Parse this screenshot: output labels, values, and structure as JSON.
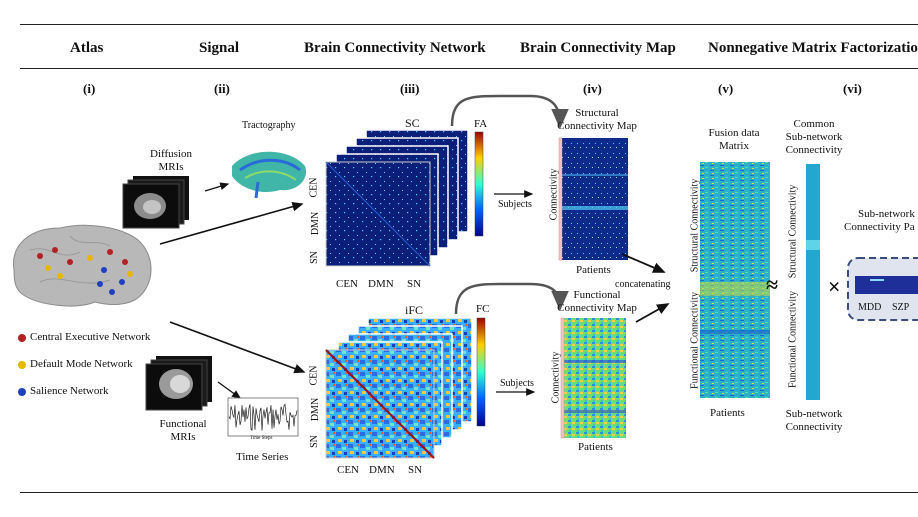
{
  "headers": {
    "atlas": "Atlas",
    "signal": "Signal",
    "bcn": "Brain Connectivity Network",
    "bcm": "Brain Connectivity Map",
    "nmf": "Nonnegative Matrix Factorization"
  },
  "steps": {
    "i": "(i)",
    "ii": "(ii)",
    "iii": "(iii)",
    "iv": "(iv)",
    "v": "(v)",
    "vi": "(vi)"
  },
  "signal": {
    "tractography": "Tractography",
    "diffusion": "Diffusion",
    "mris": "MRIs",
    "functional": "Functional",
    "fmris": "MRIs",
    "time_series": "Time Series",
    "ts_xlabel": "Time Steps"
  },
  "legend": [
    {
      "label": "Central Executive Network",
      "color": "#b22222"
    },
    {
      "label": "Default Mode Network",
      "color": "#e6b800"
    },
    {
      "label": "Salience Network",
      "color": "#1f3fbf"
    }
  ],
  "network": {
    "sc_title": "SC",
    "fa_label": "FA",
    "ifc_title": "iFC",
    "fc_label": "FC",
    "row_labels": [
      "CEN",
      "DMN",
      "SN"
    ],
    "col_labels": [
      "CEN",
      "DMN",
      "SN"
    ],
    "subjects": "Subjects"
  },
  "maps": {
    "structural_title_1": "Structural",
    "structural_title_2": "Connectivity Map",
    "functional_title_1": "Functional",
    "functional_title_2": "Connectivity Map",
    "connectivity": "Connectivity",
    "patients": "Patients",
    "concatenating": "concatenating"
  },
  "nmf": {
    "fusion_1": "Fusion data",
    "fusion_2": "Matrix",
    "structural_connectivity": "Structural Connectivity",
    "functional_connectivity": "Functional Connectivity",
    "patients": "Patients",
    "approx": "≈",
    "common_1": "Common",
    "common_2": "Sub-network",
    "common_3": "Connectivity",
    "subnet_conn_1": "Sub-network",
    "subnet_conn_2": "Connectivity",
    "times": "×",
    "subnet_1": "Sub-network",
    "subnet_2": "Connectivity Pa",
    "mdd": "MDD",
    "szp": "SZP"
  }
}
